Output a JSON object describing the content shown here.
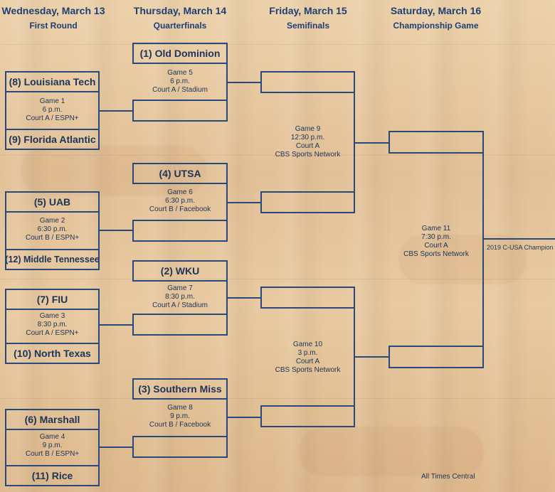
{
  "headers": [
    {
      "day": "Wednesday, March 13",
      "round": "First Round"
    },
    {
      "day": "Thursday, March 14",
      "round": "Quarterfinals"
    },
    {
      "day": "Friday, March 15",
      "round": "Semifinals"
    },
    {
      "day": "Saturday, March 16",
      "round": "Championship Game"
    }
  ],
  "first_round": [
    {
      "top": "(8) Louisiana Tech",
      "bottom": "(9) Florida Atlantic",
      "game": "Game 1",
      "time": "6 p.m.",
      "venue": "Court A / ESPN+"
    },
    {
      "top": "(5) UAB",
      "bottom": "(12) Middle Tennessee",
      "game": "Game 2",
      "time": "6:30 p.m.",
      "venue": "Court B / ESPN+"
    },
    {
      "top": "(7) FIU",
      "bottom": "(10) North Texas",
      "game": "Game 3",
      "time": "8:30 p.m.",
      "venue": "Court A / ESPN+"
    },
    {
      "top": "(6) Marshall",
      "bottom": "(11) Rice",
      "game": "Game 4",
      "time": "9 p.m.",
      "venue": "Court B / ESPN+"
    }
  ],
  "quarterfinals": [
    {
      "seed_team": "(1) Old Dominion",
      "game": "Game 5",
      "time": "6 p.m.",
      "venue": "Court A / Stadium"
    },
    {
      "seed_team": "(4) UTSA",
      "game": "Game 6",
      "time": "6:30 p.m.",
      "venue": "Court B / Facebook"
    },
    {
      "seed_team": "(2) WKU",
      "game": "Game 7",
      "time": "8:30 p.m.",
      "venue": "Court A / Stadium"
    },
    {
      "seed_team": "(3) Southern Miss",
      "game": "Game 8",
      "time": "9 p.m.",
      "venue": "Court B / Facebook"
    }
  ],
  "semifinals": [
    {
      "game": "Game 9",
      "time": "12:30 p.m.",
      "court": "Court A",
      "network": "CBS Sports Network"
    },
    {
      "game": "Game 10",
      "time": "3 p.m.",
      "court": "Court A",
      "network": "CBS Sports Network"
    }
  ],
  "final": {
    "game": "Game 11",
    "time": "7:30 p.m.",
    "court": "Court A",
    "network": "CBS Sports Network"
  },
  "champion_label": "2019 C-USA Champion",
  "note": "All Times Central",
  "colors": {
    "line": "#274a7b",
    "text": "#1d3457",
    "header": "#1f3f74"
  }
}
